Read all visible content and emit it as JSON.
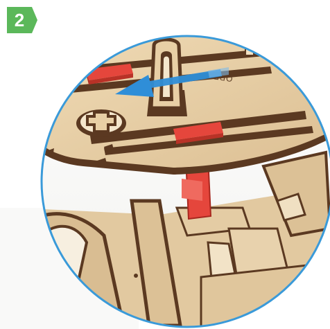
{
  "step": {
    "number": "2",
    "badge_color": "#5bb85a"
  },
  "illustration": {
    "engraved_label": "OPEN",
    "frame_color": "#3a9ad9",
    "wood_color": "#ead3ad",
    "dark_wood_color": "#5b3921",
    "slider_color": "#e5463c",
    "arrow_color": "#2f8ed8",
    "arrow_direction": "left"
  }
}
